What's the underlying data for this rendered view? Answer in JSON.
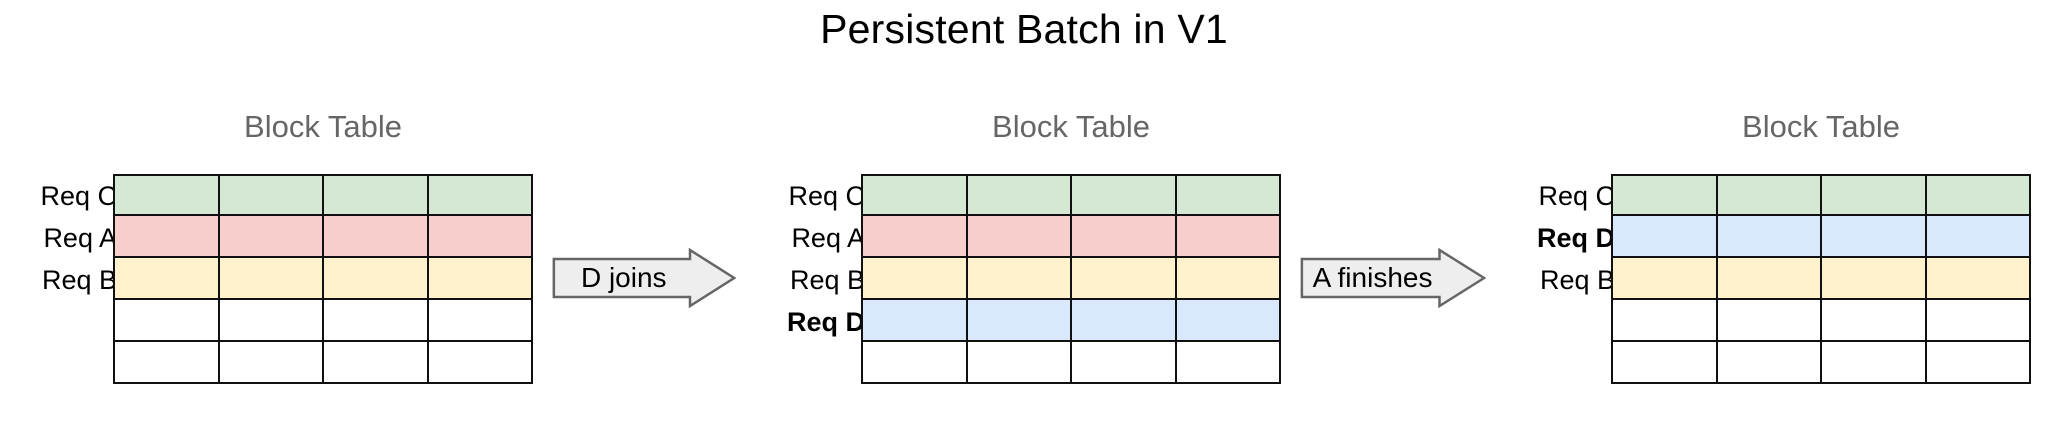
{
  "title": "Persistent Batch in V1",
  "palette": {
    "green": "#d5e8d4",
    "pink": "#f8cecc",
    "yellow": "#fff2cc",
    "blue": "#dae8fc",
    "empty": "#ffffff",
    "grid_line": "#111111",
    "header_text": "#666666",
    "title_text": "#000000",
    "arrow_fill": "#eeeeee",
    "arrow_stroke": "#666666"
  },
  "panels": [
    {
      "header": "Block Table",
      "columns": 4,
      "rows": [
        {
          "label": "Req C",
          "color": "green",
          "bold": false
        },
        {
          "label": "Req A",
          "color": "pink",
          "bold": false
        },
        {
          "label": "Req B",
          "color": "yellow",
          "bold": false
        },
        {
          "label": "",
          "color": "empty",
          "bold": false
        },
        {
          "label": "",
          "color": "empty",
          "bold": false
        }
      ]
    },
    {
      "header": "Block Table",
      "columns": 4,
      "rows": [
        {
          "label": "Req C",
          "color": "green",
          "bold": false
        },
        {
          "label": "Req A",
          "color": "pink",
          "bold": false
        },
        {
          "label": "Req B",
          "color": "yellow",
          "bold": false
        },
        {
          "label": "Req D",
          "color": "blue",
          "bold": true
        },
        {
          "label": "",
          "color": "empty",
          "bold": false
        }
      ]
    },
    {
      "header": "Block Table",
      "columns": 4,
      "rows": [
        {
          "label": "Req C",
          "color": "green",
          "bold": false
        },
        {
          "label": "Req D",
          "color": "blue",
          "bold": true
        },
        {
          "label": "Req B",
          "color": "yellow",
          "bold": false
        },
        {
          "label": "",
          "color": "empty",
          "bold": false
        },
        {
          "label": "",
          "color": "empty",
          "bold": false
        }
      ]
    }
  ],
  "arrows": [
    {
      "label": "D joins"
    },
    {
      "label": "A finishes"
    }
  ]
}
